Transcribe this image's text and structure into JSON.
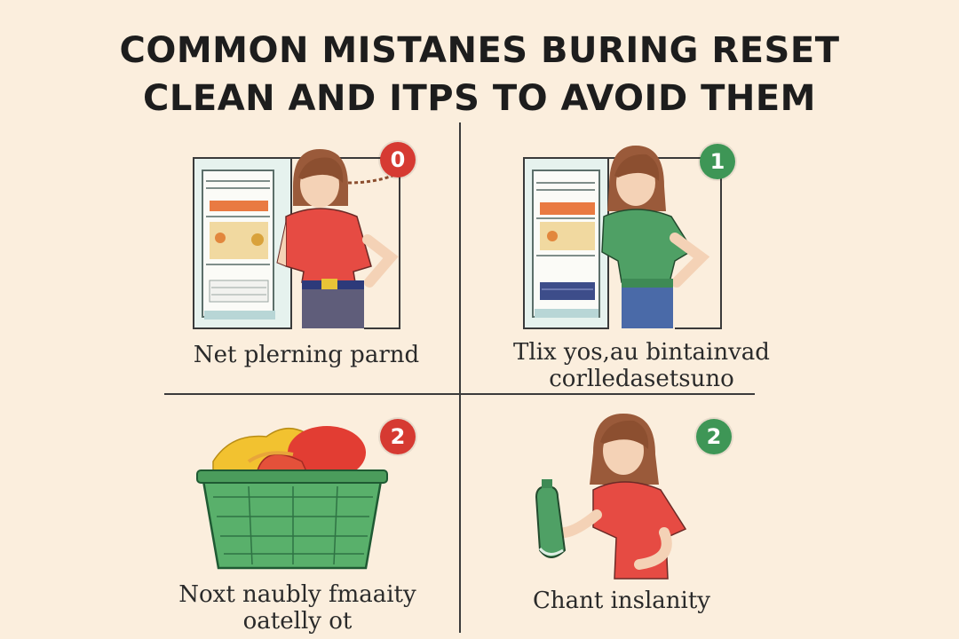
{
  "title": {
    "line1": "COMMON MISTANES BURING RESET",
    "line2": "CLEAN AND ITPS TO AVOID THEM"
  },
  "panels": [
    {
      "badge": "0",
      "badge_color": "#d63a32",
      "caption_lines": [
        "Net plerning parnd"
      ],
      "icons": [
        "refrigerator-icon",
        "woman-red-shirt-icon"
      ]
    },
    {
      "badge": "1",
      "badge_color": "#3e9656",
      "caption_lines": [
        "Tlix yos,au bintainvad",
        "corlledasetsuno"
      ],
      "icons": [
        "refrigerator-icon",
        "woman-green-shirt-icon"
      ]
    },
    {
      "badge": "2",
      "badge_color": "#d63a32",
      "caption_lines": [
        "Noxt naubly fmaaity",
        "oatelly ot"
      ],
      "icons": [
        "laundry-basket-icon"
      ]
    },
    {
      "badge": "2",
      "badge_color": "#3e9656",
      "caption_lines": [
        "Chant inslanity"
      ],
      "icons": [
        "woman-with-bottle-icon"
      ]
    }
  ]
}
